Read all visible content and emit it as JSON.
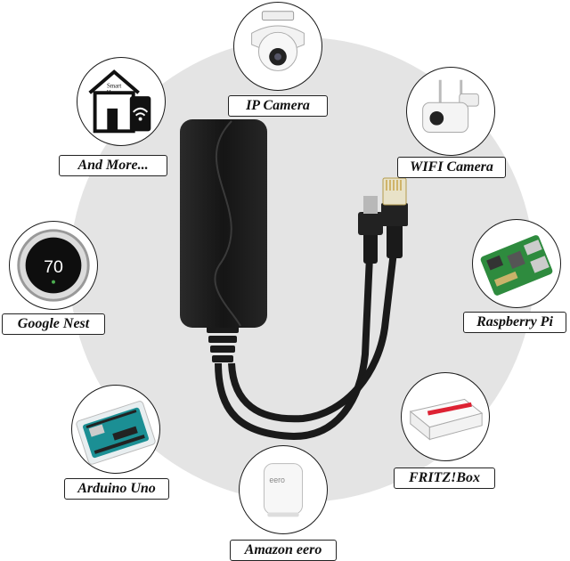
{
  "devices": [
    {
      "id": "ip-camera",
      "label": "IP Camera",
      "icon": "dome-camera-icon"
    },
    {
      "id": "wifi-camera",
      "label": "WIFI Camera",
      "icon": "bullet-camera-icon"
    },
    {
      "id": "raspberry-pi",
      "label": "Raspberry Pi",
      "icon": "raspberry-pi-board-icon"
    },
    {
      "id": "fritzbox",
      "label": "FRITZ!Box",
      "icon": "router-icon"
    },
    {
      "id": "amazon-eero",
      "label": "Amazon eero",
      "icon": "eero-router-icon",
      "device_print": "eero"
    },
    {
      "id": "arduino-uno",
      "label": "Arduino Uno",
      "icon": "arduino-board-icon"
    },
    {
      "id": "google-nest",
      "label": "Google Nest",
      "icon": "thermostat-icon",
      "display_value": "70"
    },
    {
      "id": "and-more",
      "label": "And More...",
      "icon": "smart-home-icon",
      "icon_text": [
        "Smart",
        "Home"
      ]
    }
  ],
  "product": {
    "icon": "poe-splitter-icon"
  },
  "colors": {
    "circle": "#e4e4e4",
    "outline": "#1b1b1b",
    "product": "#1c1c1c"
  }
}
